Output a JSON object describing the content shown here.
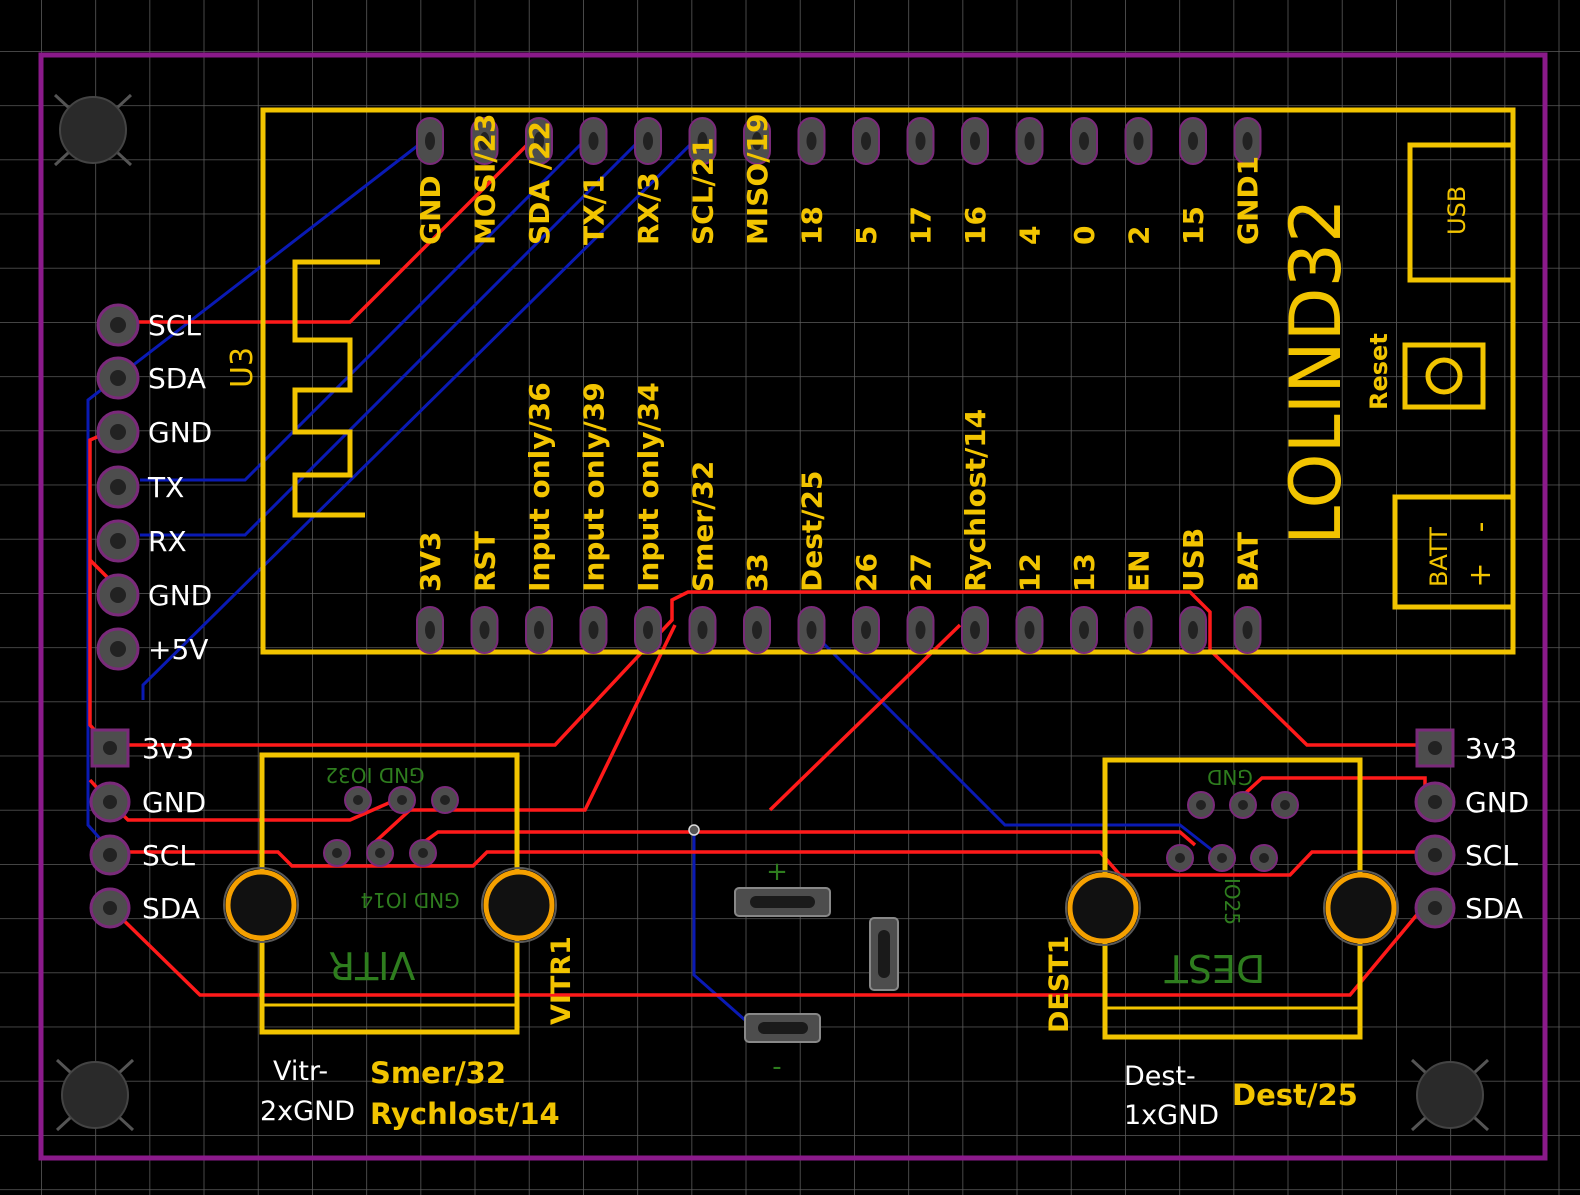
{
  "module": {
    "designator": "U3",
    "name": "LOLIND32",
    "usb_label": "USB",
    "reset_label": "Reset",
    "batt_label": "BATT",
    "batt_plus": "+",
    "batt_minus": "-",
    "top_pins": [
      "GND",
      "MOSI/23",
      "SDA  /22",
      "TX/1",
      "RX/3",
      "SCL/21",
      "MISO/19",
      "18",
      "5",
      "17",
      "16",
      "4",
      "0",
      "2",
      "15",
      "GND1"
    ],
    "bottom_pins": [
      "3V3",
      "RST",
      "Input only/36",
      "Input only/39",
      "Input only/34",
      "Smer/32",
      "33",
      "Dest/25",
      "26",
      "27",
      "Rychlost/14",
      "12",
      "13",
      "EN",
      "USB",
      "BAT"
    ]
  },
  "left_header": [
    "SCL",
    "SDA",
    "GND",
    "TX",
    "RX",
    "GND",
    "+5V"
  ],
  "left_i2c": [
    "3v3",
    "GND",
    "SCL",
    "SDA"
  ],
  "right_i2c": [
    "3v3",
    "GND",
    "SCL",
    "SDA"
  ],
  "vitr": {
    "designator": "VITR1",
    "value": "VITR",
    "pin_top_label": "GND IO32",
    "pin_bottom_label": "GND  IO14",
    "note_line1": "Vitr-",
    "note_line2": "2xGND",
    "signal1": "Smer/32",
    "signal2": "Rychlost/14"
  },
  "dest": {
    "designator": "DEST1",
    "value": "DEST",
    "pin_top_label": "GND",
    "pin_bottom_label": "IO25",
    "note_line1": "Dest-",
    "note_line2": "1xGND",
    "signal1": "Dest/25"
  },
  "battery": {
    "plus": "+",
    "minus": "-"
  },
  "colors": {
    "background": "#000000",
    "grid": "#5a5a5a",
    "board_outline": "#8a1a8a",
    "silkscreen": "#f2c400",
    "top_copper": "#ff1a1a",
    "bottom_copper": "#0a1ab4",
    "pad": "#4d4d4d",
    "mount_hole_ring": "#f5a000",
    "docu_text": "#2e7d1e"
  }
}
